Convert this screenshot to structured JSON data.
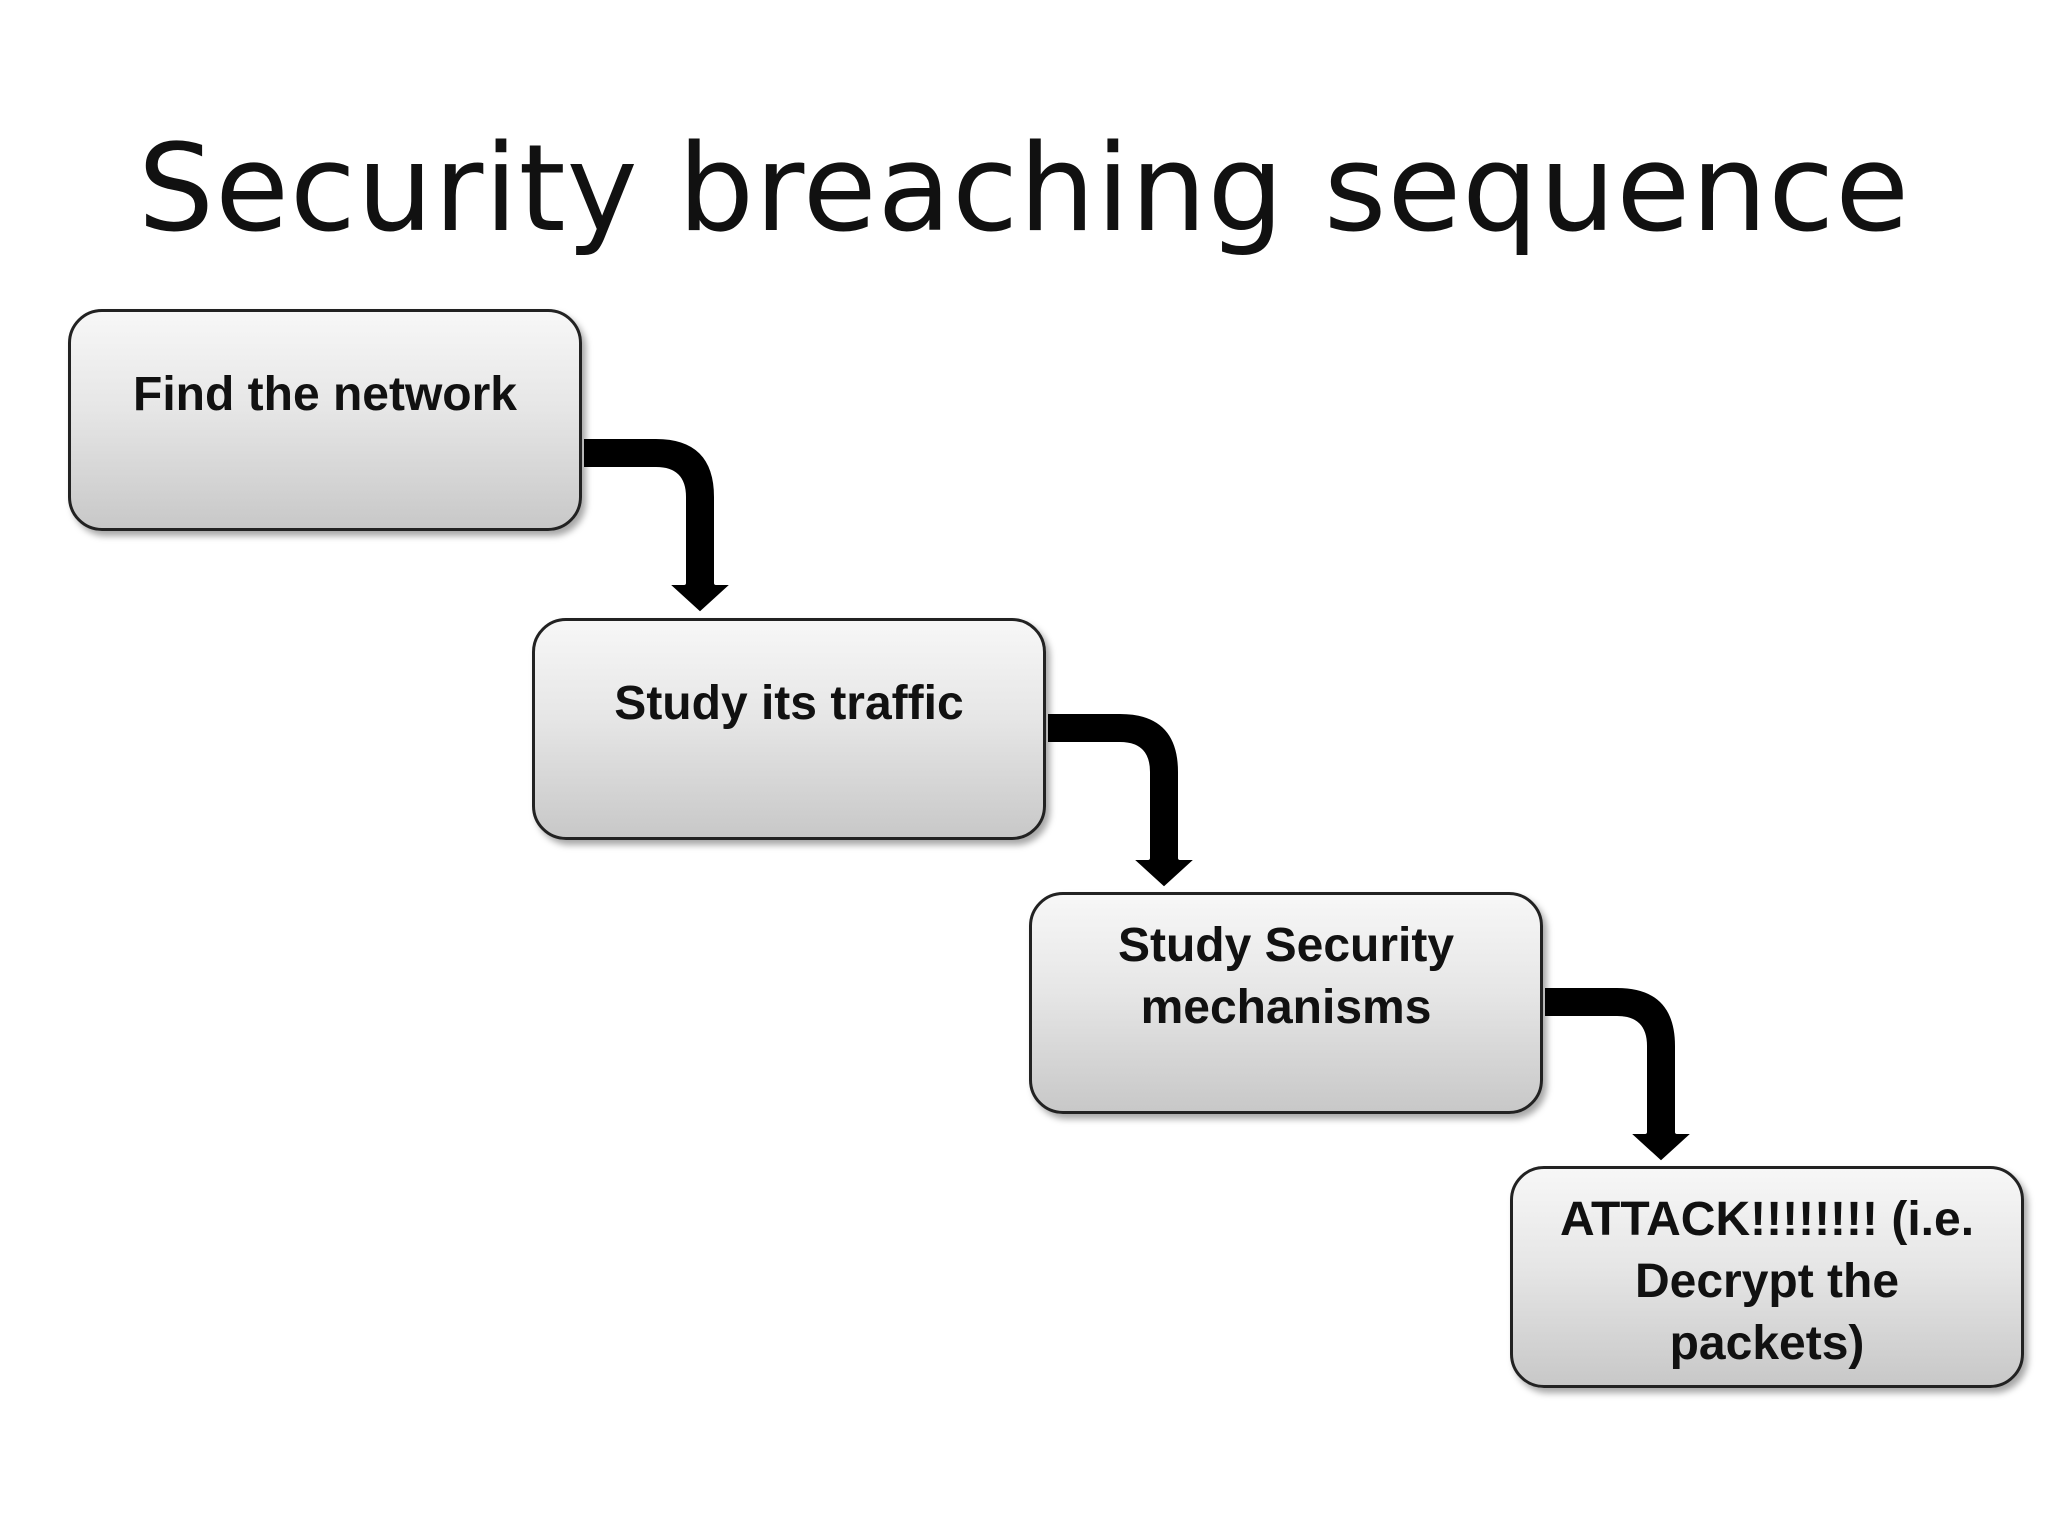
{
  "title": "Security breaching sequence",
  "steps": [
    {
      "label": "Find the network"
    },
    {
      "label": "Study its traffic"
    },
    {
      "label": "Study Security mechanisms"
    },
    {
      "label": "ATTACK!!!!!!!! (i.e. Decrypt the packets)"
    }
  ],
  "colors": {
    "box_top": "#f7f7f7",
    "box_bottom": "#c8c8c8",
    "box_border": "#222222",
    "arrow": "#000000",
    "arrow_outline": "#ffffff",
    "text": "#111111"
  }
}
